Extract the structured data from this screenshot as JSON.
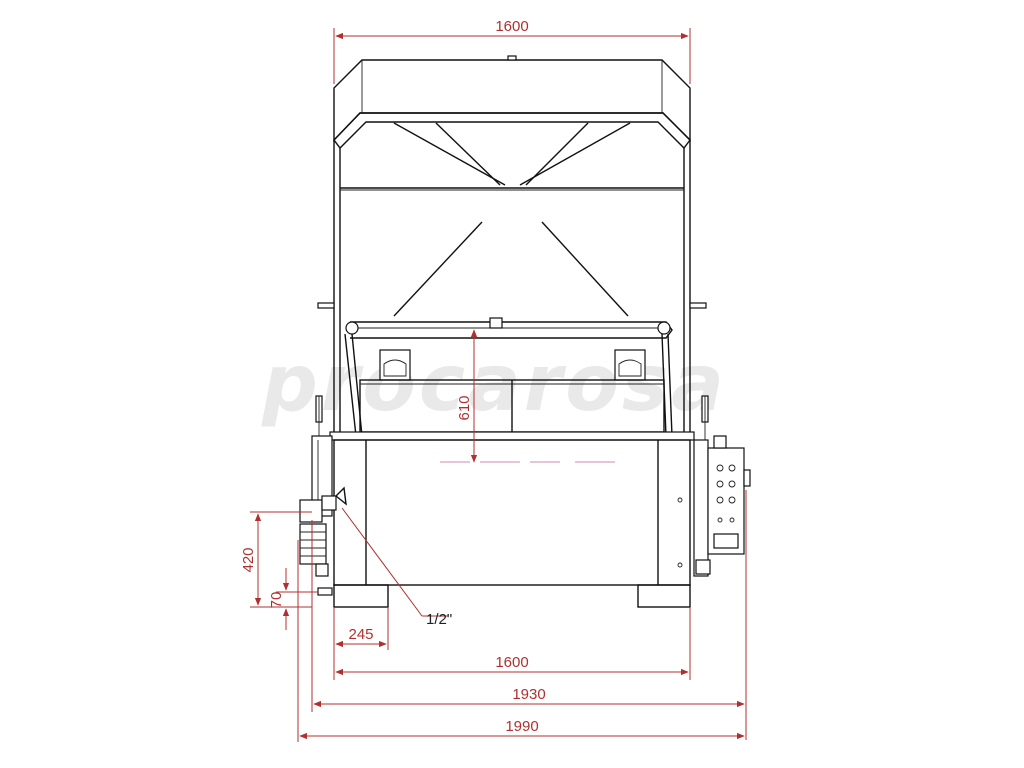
{
  "colors": {
    "dimension": "#b03030",
    "drawing": "#111111",
    "watermark": "#e9e9e9",
    "accent": "#d8a0c8"
  },
  "watermark": {
    "text": "procarosa"
  },
  "dimensions": {
    "top_width": "1600",
    "height_tank": "610",
    "height_inlet": "420",
    "height_outlet": "70",
    "offset_outlet": "245",
    "base_width": "1600",
    "overall_width_a": "1930",
    "overall_width_b": "1990"
  },
  "callouts": {
    "thread_size": "1/2\""
  }
}
